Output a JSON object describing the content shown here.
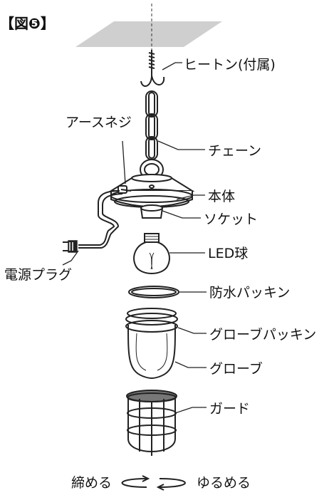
{
  "figure": {
    "header": "【図❺】",
    "labels": {
      "hook": "ヒートン(付属)",
      "chain": "チェーン",
      "ground_screw": "アースネジ",
      "body": "本体",
      "socket": "ソケット",
      "bulb": "LED球",
      "plug": "電源プラグ",
      "waterproof_gasket": "防水パッキン",
      "globe_gasket": "グローブパッキン",
      "globe": "グローブ",
      "guard": "ガード"
    },
    "rotation": {
      "tighten": "締める",
      "loosen": "ゆるめる"
    }
  }
}
